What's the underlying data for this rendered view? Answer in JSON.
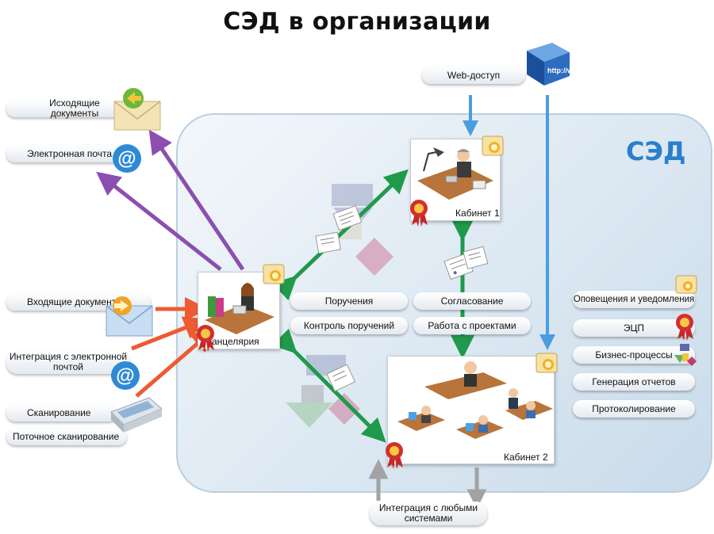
{
  "title": "СЭД в организации",
  "sed_label": "СЭД",
  "web_access": "Web-доступ",
  "web_icon_text": "http://www",
  "left_items": {
    "outgoing": "Исходящие документы",
    "email": "Электронная почта",
    "incoming": "Входящие документы",
    "email_integration": "Интеграция с электронной почтой",
    "scanning": "Сканирование",
    "stream_scanning": "Поточное сканирование"
  },
  "cards": {
    "office": "Канцелярия",
    "cabinet1": "Кабинет 1",
    "cabinet2": "Кабинет 2"
  },
  "center_functions": [
    "Поручения",
    "Контроль поручений",
    "Согласование",
    "Работа с проектами"
  ],
  "right_functions": [
    "Оповещения и уведомления",
    "ЭЦП",
    "Бизнес-процессы",
    "Генерация отчетов",
    "Протоколирование"
  ],
  "bottom_integration": "Интеграция с любыми системами",
  "colors": {
    "purple_arrow": "#8b4fb0",
    "red_arrow": "#ee5a32",
    "green_arrow": "#1f9a4a",
    "blue_arrow": "#4a9de0",
    "gray_arrow": "#a3a3a3",
    "sed_blue": "#2a7fcb"
  }
}
